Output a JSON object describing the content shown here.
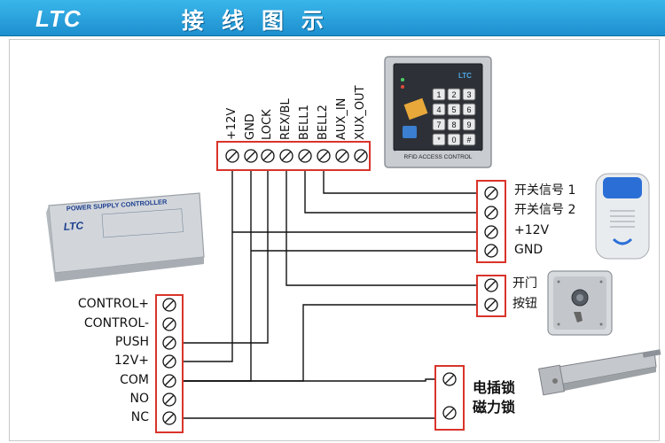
{
  "header": {
    "logo": "LTC",
    "title": "接线图示"
  },
  "controller_terminals": [
    "+12V",
    "GND",
    "LOCK",
    "REX/BL",
    "BELL1",
    "BELL2",
    "AUX_IN",
    "XUX_OUT"
  ],
  "power_supply": {
    "label": "POWER SUPPLY CONTROLLER",
    "brand": "LTC",
    "terminals": [
      "CONTROL+",
      "CONTROL-",
      "PUSH",
      "12V+",
      "COM",
      "NO",
      "NC"
    ]
  },
  "keypad": {
    "brand": "LTC",
    "caption": "RFID ACCESS CONTROL",
    "keys": [
      "1",
      "2",
      "3",
      "4",
      "5",
      "6",
      "7",
      "8",
      "9",
      "*",
      "0",
      "#"
    ]
  },
  "doorbell": {
    "labels": [
      "开关信号 1",
      "开关信号 2",
      "+12V",
      "GND"
    ]
  },
  "exit_button": {
    "labels": [
      "开门",
      "按钮"
    ]
  },
  "lock": {
    "labels": [
      "电插锁",
      "磁力锁"
    ]
  },
  "colors": {
    "header": "#1d8fcf",
    "terminal_border": "#d9342b",
    "wire": "#111111"
  }
}
